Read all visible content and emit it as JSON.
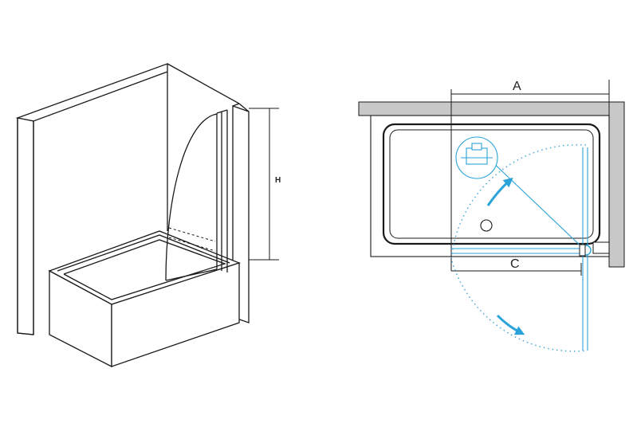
{
  "labels": {
    "height": "H",
    "width": "A",
    "panel": "C"
  },
  "colors": {
    "line": "#1a1a1a",
    "wall": "#c8c8c8",
    "accent": "#29a3d9",
    "dotted": "#4aa8d8"
  }
}
